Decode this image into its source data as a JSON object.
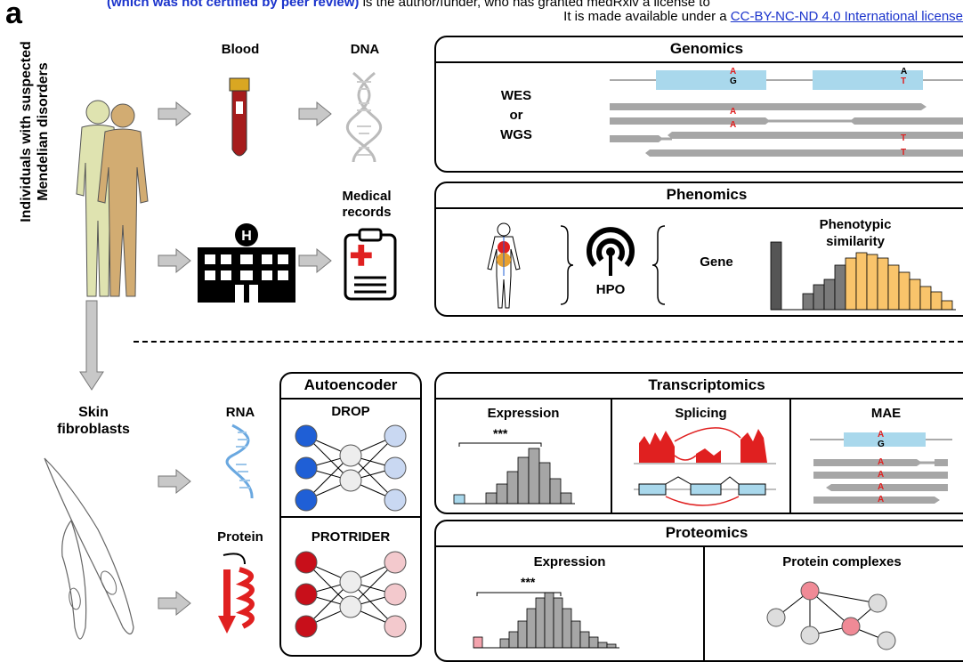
{
  "header": {
    "line1_bold": "(which was not certified by peer review)",
    "line1_rest": " is the author/funder, who has granted medRxiv a license to",
    "line2_text": "It is made available under a ",
    "line2_link": "CC-BY-NC-ND 4.0 International license"
  },
  "panel_letter": "a",
  "left": {
    "vertical_line1": "Individuals with suspected",
    "vertical_line2": "Mendelian disorders",
    "skin_label_line1": "Skin",
    "skin_label_line2": "fibroblasts"
  },
  "inputs": {
    "blood": "Blood",
    "dna": "DNA",
    "medical_line1": "Medical",
    "medical_line2": "records",
    "rna": "RNA",
    "protein": "Protein"
  },
  "genomics": {
    "title": "Genomics",
    "method_line1": "WES",
    "method_line2": "or",
    "method_line3": "WGS",
    "ref_base1": "A",
    "alt_base1": "G",
    "ref_base2": "A",
    "alt_base2": "T",
    "read_base1": "A",
    "read_base2": "T"
  },
  "phenomics": {
    "title": "Phenomics",
    "hpo": "HPO",
    "gene": "Gene",
    "similarity_line1": "Phenotypic",
    "similarity_line2": "similarity"
  },
  "autoencoder": {
    "title": "Autoencoder",
    "drop": "DROP",
    "protrider": "PROTRIDER"
  },
  "transcriptomics": {
    "title": "Transcriptomics",
    "expression": "Expression",
    "splicing": "Splicing",
    "mae": "MAE",
    "stars": "***",
    "mae_ref": "A",
    "mae_alt": "G",
    "mae_read": "A"
  },
  "proteomics": {
    "title": "Proteomics",
    "expression": "Expression",
    "complexes": "Protein complexes",
    "stars": "***"
  },
  "colors": {
    "accent_red": "#e02020",
    "light_blue": "#a9d8ec",
    "grey": "#a6a6a6",
    "orange": "#f9c46b",
    "dark_grey": "#555555",
    "node_blue": "#1f5fd6",
    "node_red": "#c80f1a"
  }
}
